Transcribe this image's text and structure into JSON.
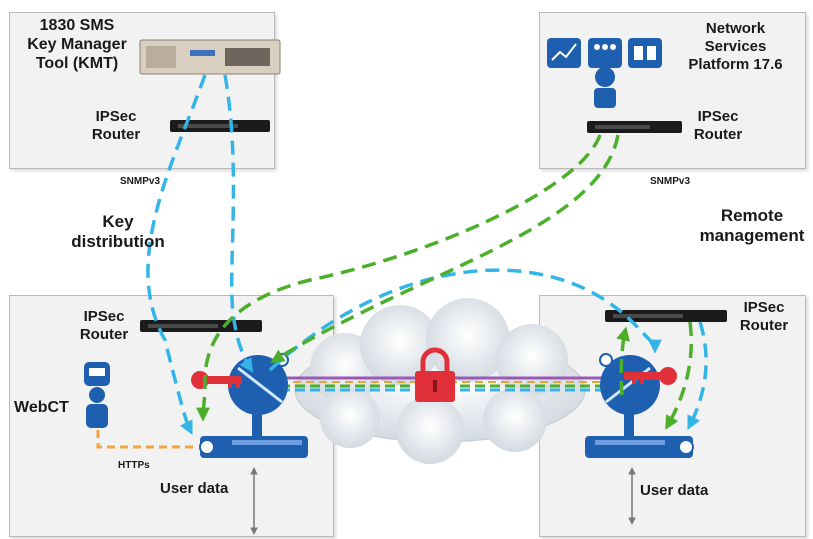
{
  "boxes": {
    "kmt": {
      "title_lines": [
        "1830 SMS",
        "Key Manager",
        "Tool (KMT)"
      ],
      "router_lines": [
        "IPSec",
        "Router"
      ],
      "protocol": "SNMPv3"
    },
    "nsp": {
      "title_lines": [
        "Network",
        "Services",
        "Platform 17.6"
      ],
      "router_lines": [
        "IPSec",
        "Router"
      ],
      "protocol": "SNMPv3"
    },
    "left_site": {
      "router_lines": [
        "IPSec",
        "Router"
      ],
      "webct": "WebCT",
      "https": "HTTPs",
      "user_data": "User data"
    },
    "right_site": {
      "router_lines": [
        "IPSec",
        "Router"
      ],
      "user_data": "User data"
    }
  },
  "annotations": {
    "key_distribution_lines": [
      "Key",
      "distribution"
    ],
    "remote_management_lines": [
      "Remote",
      "management"
    ]
  },
  "colors": {
    "key_flow": "#33b5e8",
    "mgmt_flow": "#4caf2a",
    "https_flow": "#f5a33a",
    "lock": "#e0303a",
    "equipment_blue": "#1f5fb0",
    "box_bg": "#f2f2f2"
  },
  "icons": [
    "server-icon",
    "router-icon",
    "chart-icon",
    "person-icon",
    "lock-icon",
    "key-icon",
    "cloud-icon"
  ]
}
